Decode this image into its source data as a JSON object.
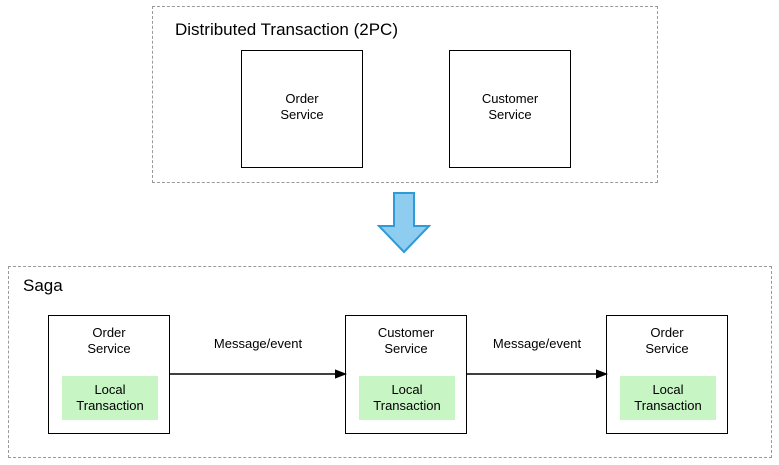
{
  "diagram": {
    "background_color": "#ffffff",
    "groups": [
      {
        "id": "distributed-transaction",
        "title": "Distributed Transaction (2PC)",
        "border_style": "dashed",
        "border_color": "#9a9a9a",
        "boxes": [
          {
            "id": "2pc-order-service",
            "label": "Order\nService"
          },
          {
            "id": "2pc-customer-service",
            "label": "Customer\nService"
          }
        ]
      },
      {
        "id": "saga",
        "title": "Saga",
        "border_style": "dashed",
        "border_color": "#9a9a9a",
        "boxes": [
          {
            "id": "saga-order-service-1",
            "label": "Order\nService",
            "chip_label": "Local\nTransaction",
            "chip_color": "#c7f5c4"
          },
          {
            "id": "saga-customer-service",
            "label": "Customer\nService",
            "chip_label": "Local\nTransaction",
            "chip_color": "#c7f5c4"
          },
          {
            "id": "saga-order-service-2",
            "label": "Order\nService",
            "chip_label": "Local\nTransaction",
            "chip_color": "#c7f5c4"
          }
        ],
        "connectors": [
          {
            "id": "connector-1",
            "label": "Message/event",
            "from": "saga-order-service-1",
            "to": "saga-customer-service"
          },
          {
            "id": "connector-2",
            "label": "Message/event",
            "from": "saga-customer-service",
            "to": "saga-order-service-2"
          }
        ]
      }
    ],
    "transition_arrow": {
      "id": "down-arrow",
      "direction": "down",
      "fill_color": "#8ecdf0",
      "stroke_color": "#2e9bd6"
    }
  }
}
